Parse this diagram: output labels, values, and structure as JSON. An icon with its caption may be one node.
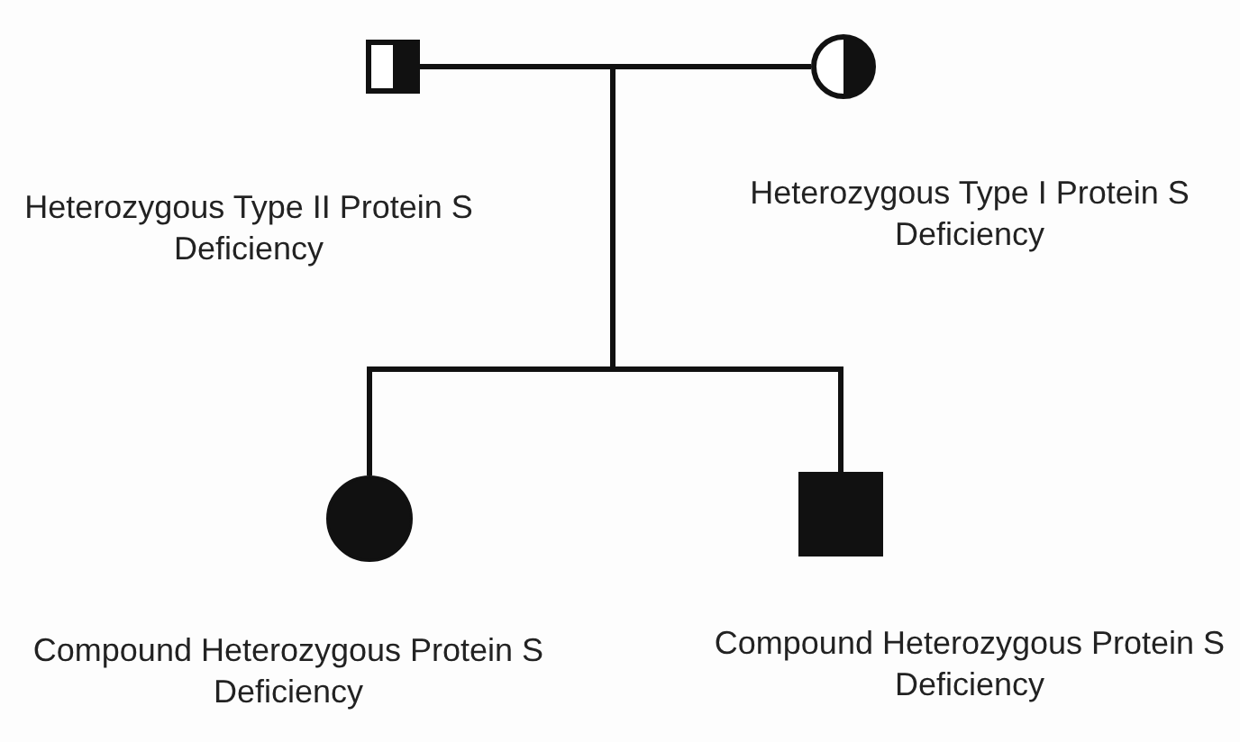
{
  "diagram": {
    "nodes": [
      {
        "text": [],
        "shape": "box",
        "beside": [
          "Heterozygous Type II Protein S Deficiency"
        ]
      },
      {
        "text": [],
        "shape": "circle",
        "beside": [
          "Heterozygous Type I Protein S Deficiency"
        ]
      },
      {
        "text": [],
        "shape": "circle",
        "beside": [
          "Compound Heterozygous Protein S Deficiency"
        ]
      },
      {
        "text": [],
        "shape": "box",
        "beside": [
          "Compound Heterozygous Protein S Deficiency"
        ]
      }
    ],
    "edges": [
      {
        "from": 0,
        "to": 1,
        "arrow": "none"
      },
      {
        "from": 0,
        "to": 2,
        "arrow": "none"
      },
      {
        "from": 0,
        "to": 3,
        "arrow": "none"
      },
      {
        "from": 1,
        "to": 2,
        "arrow": "none"
      },
      {
        "from": 1,
        "to": 3,
        "arrow": "none"
      }
    ]
  }
}
